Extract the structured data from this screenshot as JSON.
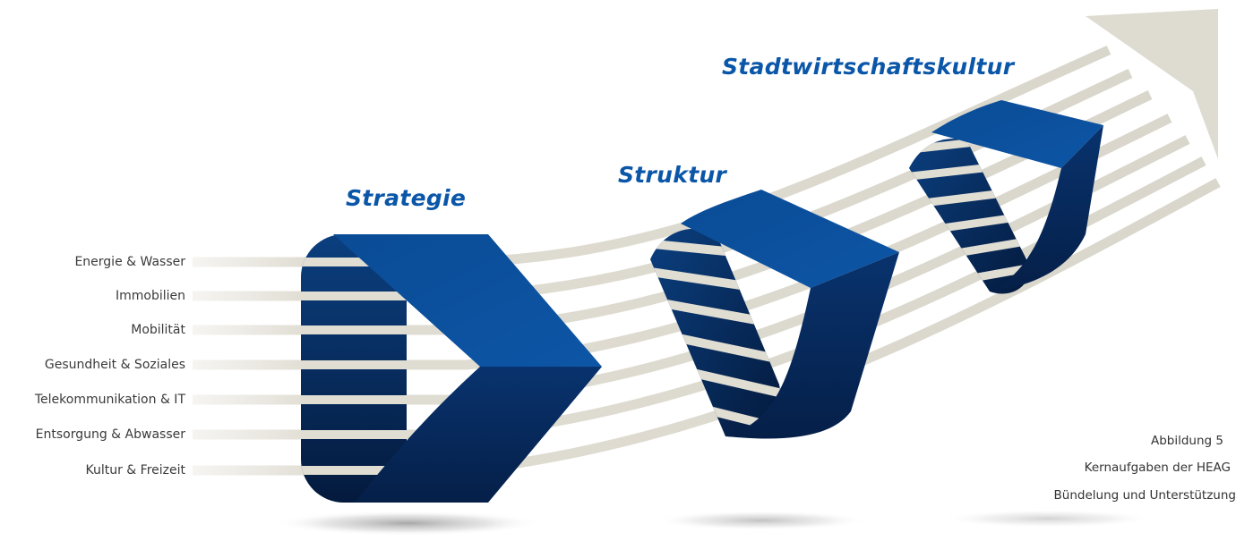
{
  "stages": [
    {
      "title": "Strategie"
    },
    {
      "title": "Struktur"
    },
    {
      "title": "Stadtwirtschaftskultur"
    }
  ],
  "sectors": [
    "Energie & Wasser",
    "Immobilien",
    "Mobilität",
    "Gesundheit & Soziales",
    "Telekommunikation & IT",
    "Entsorgung & Abwasser",
    "Kultur & Freizeit"
  ],
  "caption": {
    "line1": "Abbildung 5",
    "line2": "Kernaufgaben der HEAG",
    "line3": "Bündelung und Unterstützung"
  },
  "colors": {
    "band": "#e0ddd3",
    "blue_light": "#0a4d98",
    "blue_dark": "#062b5c",
    "title": "#0a56a8"
  }
}
